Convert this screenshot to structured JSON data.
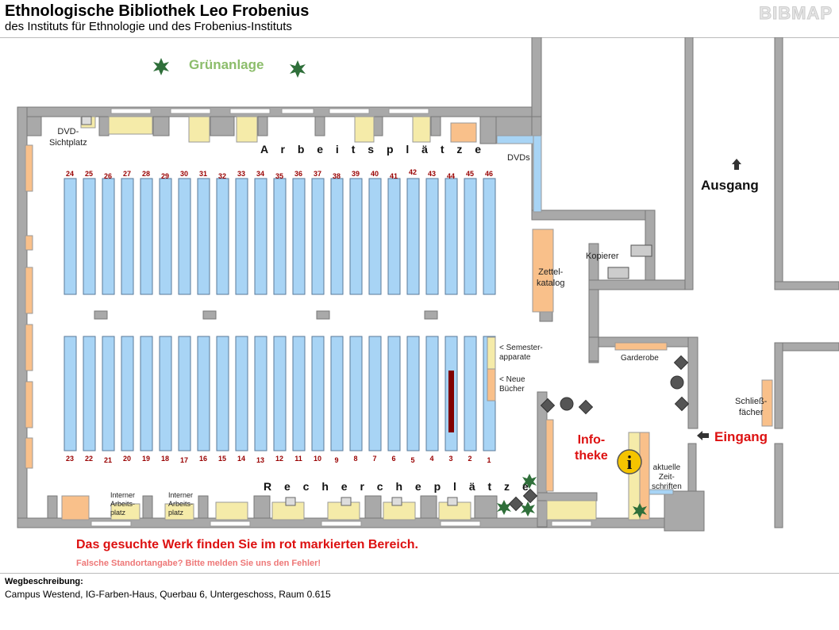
{
  "header": {
    "title": "Ethnologische Bibliothek Leo Frobenius",
    "subtitle": "des Instituts für Ethnologie und des Frobenius-Instituts",
    "logo": "BIBMAP"
  },
  "colors": {
    "wall": "#a9a9a9",
    "shelf": "#a8d4f5",
    "highlight": "#800000",
    "desk": "#f5eba9",
    "orange": "#f9c08a",
    "red": "#dd1111",
    "green": "#8cbd6b"
  },
  "map": {
    "greenarea": "Grünanlage",
    "workplaces": "A r b e i t s p l ä t z e",
    "research": "R e c h e r c h e p l ä t z e",
    "dvd_viewer": "DVD-\nSichtplatz",
    "dvds": "DVDs",
    "card_catalog": "Zettel-\nkatalog",
    "copier": "Kopierer",
    "semester": "< Semester-\napparate",
    "new_books": "< Neue\nBücher",
    "wardrobe": "Garderobe",
    "lockers": "Schließ-\nfächer",
    "info_desk": "Info-\ntheke",
    "journals": "aktuelle\nZeit-\nschriften",
    "internal_1": "Interner\nArbeits-\nplatz",
    "internal_2": "Interner\nArbeits-\nplatz",
    "exit": "Ausgang",
    "entrance": "Eingang",
    "top_shelf_numbers": [
      "24",
      "25",
      "26",
      "27",
      "28",
      "29",
      "30",
      "31",
      "32",
      "33",
      "34",
      "35",
      "36",
      "37",
      "38",
      "39",
      "40",
      "41",
      "42",
      "43",
      "44",
      "45",
      "46"
    ],
    "bottom_shelf_numbers": [
      "23",
      "22",
      "21",
      "20",
      "19",
      "18",
      "17",
      "16",
      "15",
      "14",
      "13",
      "12",
      "11",
      "10",
      "9",
      "8",
      "7",
      "6",
      "5",
      "4",
      "3",
      "2",
      "1"
    ],
    "highlighted_shelf": "3"
  },
  "hint": {
    "main": "Das gesuchte Werk finden Sie im rot markierten Bereich.",
    "sub": "Falsche Standortangabe? Bitte melden Sie uns den Fehler!"
  },
  "directions": {
    "label": "Wegbeschreibung:",
    "text": "Campus Westend, IG-Farben-Haus, Querbau 6, Untergeschoss, Raum 0.615"
  }
}
